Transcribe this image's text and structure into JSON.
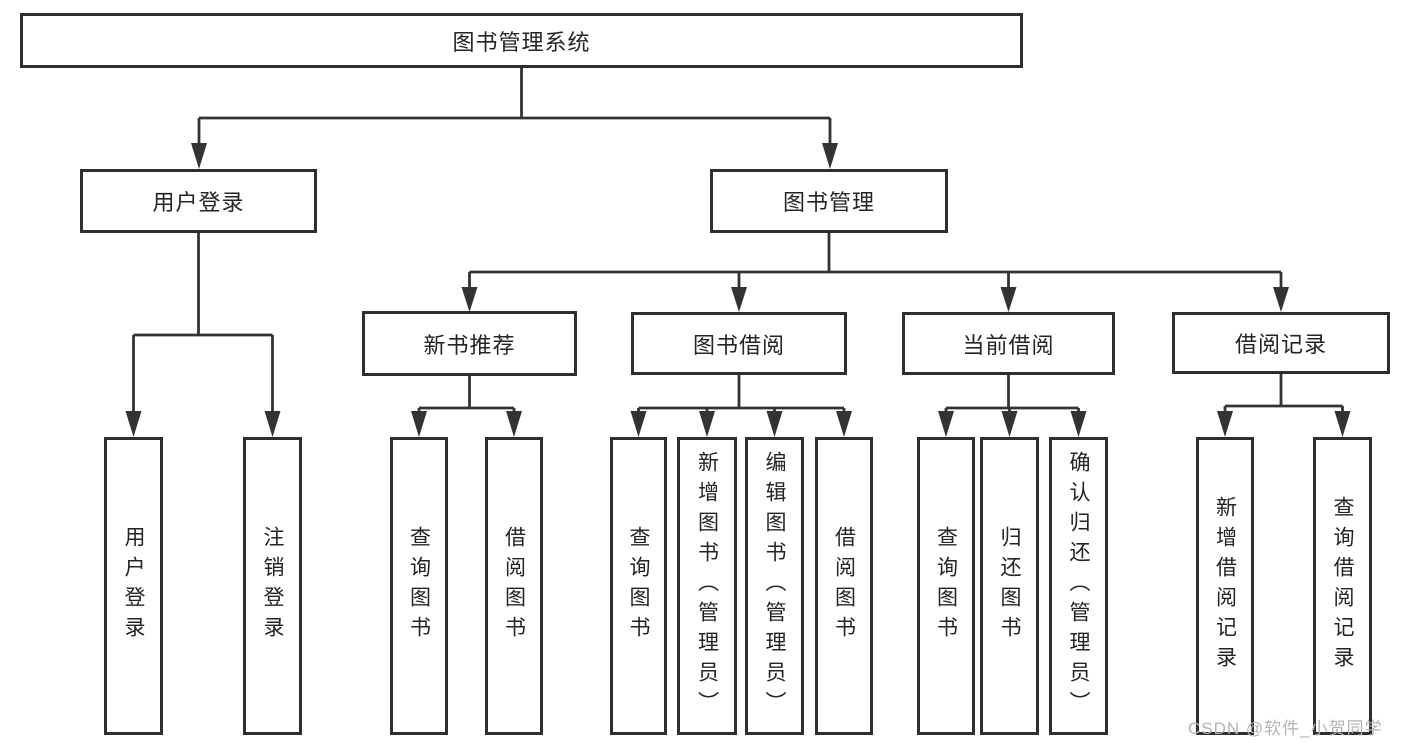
{
  "diagram": {
    "type": "hierarchy-tree",
    "title": "图书管理系统",
    "orientation": "top-down",
    "colors": {
      "background": "#ffffff",
      "box_border": "#2e2e2e",
      "box_fill": "#ffffff",
      "line": "#333333",
      "text": "#242428",
      "watermark_text": "#b3b3b3"
    }
  },
  "nodes": {
    "root": {
      "label": "图书管理系统"
    },
    "user_login": {
      "label": "用户登录"
    },
    "book_mgmt": {
      "label": "图书管理"
    },
    "new_book_rec": {
      "label": "新书推荐"
    },
    "book_borrow": {
      "label": "图书借阅"
    },
    "current_borrow": {
      "label": "当前借阅"
    },
    "borrow_records": {
      "label": "借阅记录"
    },
    "leaf_user_login": {
      "label": "用户登录"
    },
    "leaf_logout": {
      "label": "注销登录"
    },
    "leaf_query_book_1": {
      "label": "查询图书"
    },
    "leaf_borrow_book_1": {
      "label": "借阅图书"
    },
    "leaf_query_book_2": {
      "label": "查询图书"
    },
    "leaf_add_book": {
      "label": "新增图书（管理员）"
    },
    "leaf_edit_book": {
      "label": "编辑图书（管理员）"
    },
    "leaf_borrow_book_2": {
      "label": "借阅图书"
    },
    "leaf_query_book_3": {
      "label": "查询图书"
    },
    "leaf_return_book": {
      "label": "归还图书"
    },
    "leaf_confirm_return": {
      "label": "确认归还（管理员）"
    },
    "leaf_add_record": {
      "label": "新增借阅记录"
    },
    "leaf_query_record": {
      "label": "查询借阅记录"
    }
  },
  "hierarchy": {
    "图书管理系统": {
      "用户登录": [
        "用户登录",
        "注销登录"
      ],
      "图书管理": {
        "新书推荐": [
          "查询图书",
          "借阅图书"
        ],
        "图书借阅": [
          "查询图书",
          "新增图书（管理员）",
          "编辑图书（管理员）",
          "借阅图书"
        ],
        "当前借阅": [
          "查询图书",
          "归还图书",
          "确认归还（管理员）"
        ],
        "借阅记录": [
          "新增借阅记录",
          "查询借阅记录"
        ]
      }
    }
  },
  "watermark": {
    "text": "CSDN @软件_小贺同学"
  }
}
